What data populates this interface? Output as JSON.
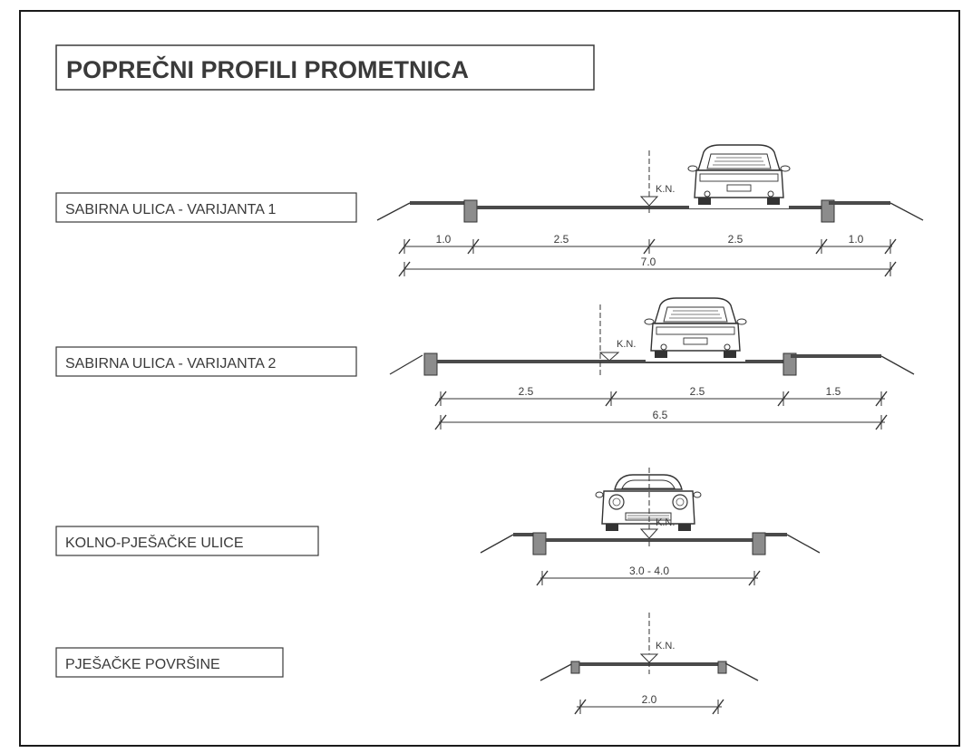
{
  "title": "POPREČNI PROFILI PROMETNICA",
  "level_mark": "K.N.",
  "profiles": [
    {
      "label": "SABIRNA ULICA - VARIJANTA 1",
      "segments": [
        "1.0",
        "2.5",
        "2.5",
        "1.0"
      ],
      "total": "7.0"
    },
    {
      "label": "SABIRNA ULICA - VARIJANTA 2",
      "segments": [
        "2.5",
        "2.5",
        "1.5"
      ],
      "total": "6.5"
    },
    {
      "label": "KOLNO-PJEŠAČKE ULICE",
      "segments": [
        "3.0 - 4.0"
      ]
    },
    {
      "label": "PJEŠAČKE POVRŠINE",
      "segments": [
        "2.0"
      ]
    }
  ],
  "colors": {
    "line": "#333333",
    "pavement": "#4a4a4a",
    "curb": "#8c8c8c",
    "frame": "#1a1a1a"
  }
}
